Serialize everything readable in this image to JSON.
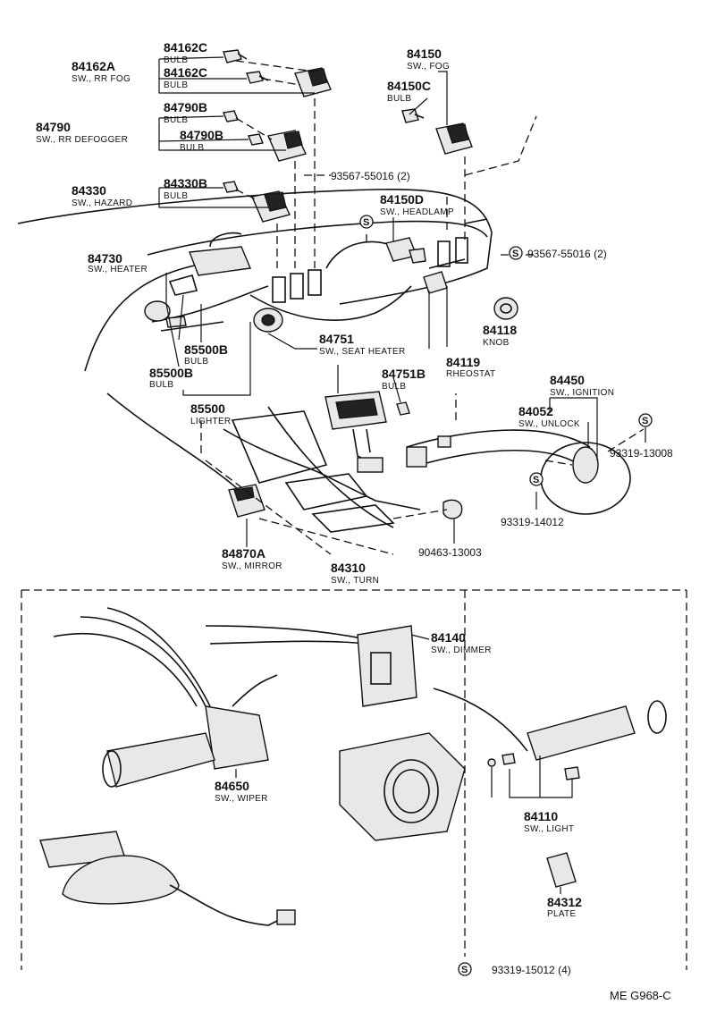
{
  "callouts": [
    {
      "id": "84162C",
      "desc": "BULB"
    },
    {
      "id": "84162C",
      "desc": "BULB"
    },
    {
      "id": "84162A",
      "desc": "SW., RR FOG"
    },
    {
      "id": "84150",
      "desc": "SW., FOG"
    },
    {
      "id": "84150C",
      "desc": "BULB"
    },
    {
      "id": "84790B",
      "desc": "BULB"
    },
    {
      "id": "84790B",
      "desc": "BULB"
    },
    {
      "id": "84790",
      "desc": "SW., RR DEFOGGER"
    },
    {
      "id": "84330B",
      "desc": "BULB"
    },
    {
      "id": "84330",
      "desc": "SW., HAZARD"
    },
    {
      "id": "93567-55016 (2)",
      "desc": ""
    },
    {
      "id": "84150D",
      "desc": "SW., HEADLAMP"
    },
    {
      "id": "93567-55016 (2)",
      "desc": ""
    },
    {
      "id": "84730",
      "desc": "SW., HEATER"
    },
    {
      "id": "84118",
      "desc": "KNOB"
    },
    {
      "id": "85500B",
      "desc": "BULB"
    },
    {
      "id": "84751",
      "desc": "SW., SEAT HEATER"
    },
    {
      "id": "84751B",
      "desc": "BULB"
    },
    {
      "id": "84119",
      "desc": "RHEOSTAT"
    },
    {
      "id": "85500B",
      "desc": "BULB"
    },
    {
      "id": "84450",
      "desc": "SW., IGNITION"
    },
    {
      "id": "85500",
      "desc": "LIGHTER"
    },
    {
      "id": "84052",
      "desc": "SW., UNLOCK"
    },
    {
      "id": "93319-13008",
      "desc": ""
    },
    {
      "id": "93319-14012",
      "desc": ""
    },
    {
      "id": "84870A",
      "desc": "SW., MIRROR"
    },
    {
      "id": "90463-13003",
      "desc": ""
    },
    {
      "id": "84310",
      "desc": "SW., TURN"
    },
    {
      "id": "84140",
      "desc": "SW., DIMMER"
    },
    {
      "id": "84650",
      "desc": "SW., WIPER"
    },
    {
      "id": "84110",
      "desc": "SW., LIGHT"
    },
    {
      "id": "84312",
      "desc": "PLATE"
    },
    {
      "id": "93319-15012 (4)",
      "desc": ""
    }
  ],
  "screw_symbol": "S",
  "drawing_code": "ME  G968-C"
}
